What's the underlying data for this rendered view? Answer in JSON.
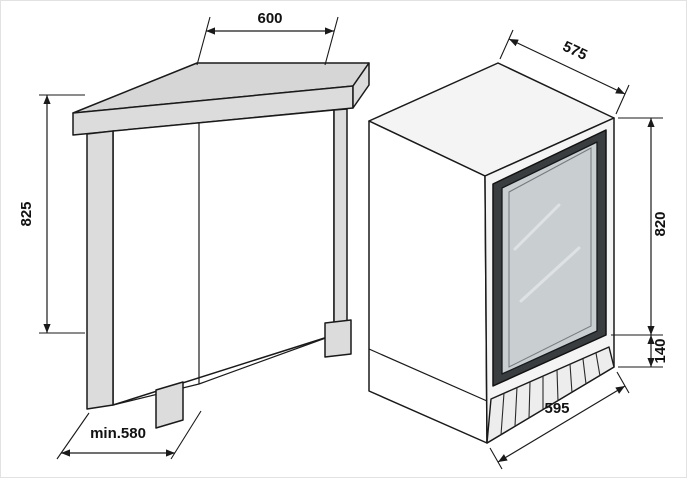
{
  "diagram": {
    "kind": "appliance-installation-dimension-drawing",
    "dims": {
      "cabinet_width": "600",
      "cabinet_height": "825",
      "cabinet_depth": "min.580",
      "appliance_depth": "575",
      "appliance_height": "820",
      "appliance_plinth": "140",
      "appliance_width": "595"
    },
    "colors": {
      "line": "#1a1a1a",
      "panel_gray": "#dcdcdc",
      "slab_gray": "#d6d6d6",
      "door_dark": "#3a3d3f",
      "glass_gray": "#c9ced1"
    }
  }
}
